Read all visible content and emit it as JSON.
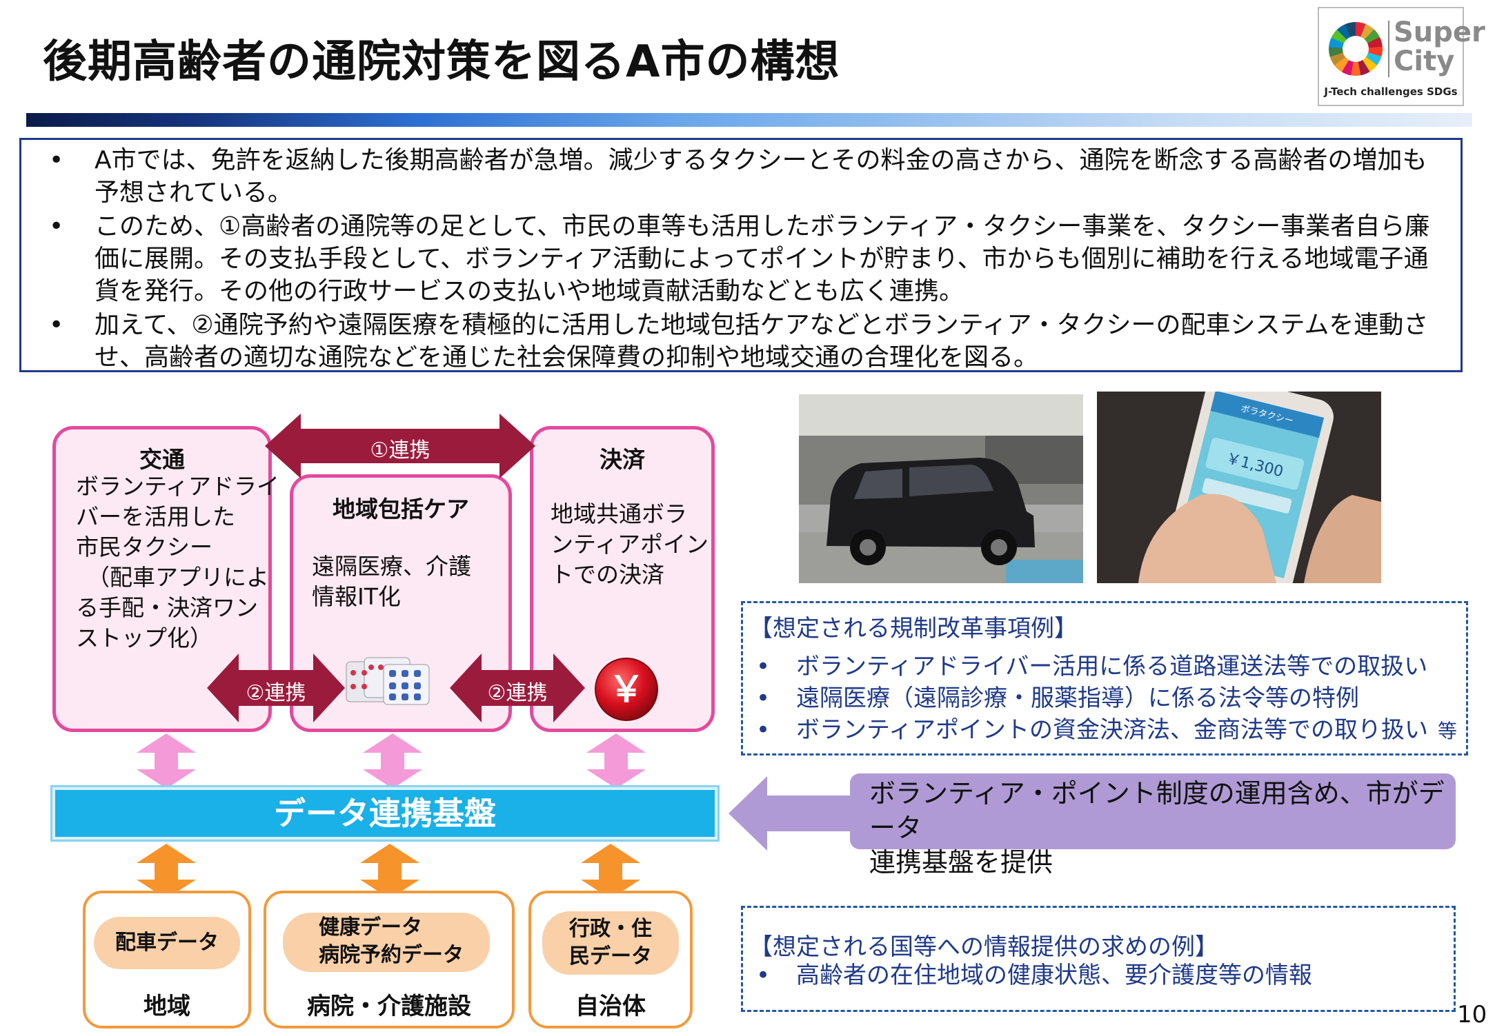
{
  "title": "後期高齢者の通院対策を図るA市の構想",
  "logo": {
    "line1": "Super",
    "line2": "City",
    "tagline": "J-Tech challenges SDGs"
  },
  "intro_bullets": [
    "A市では、免許を返納した後期高齢者が急増。減少するタクシーとその料金の高さから、通院を断念する高齢者の増加も予想されている。",
    "このため、①高齢者の通院等の足として、市民の車等も活用したボランティア・タクシー事業を、タクシー事業者自ら廉価に展開。その支払手段として、ボランティア活動によってポイントが貯まり、市からも個別に補助を行える地域電子通貨を発行。その他の行政サービスの支払いや地域貢献活動などとも広く連携。",
    "加えて、②通院予約や遠隔医療を積極的に活用した地域包括ケアなどとボランティア・タクシーの配車システムを連動させ、高齢者の適切な通院などを通じた社会保障費の抑制や地域交通の合理化を図る。"
  ],
  "diagram": {
    "transport": {
      "title": "交通",
      "body": [
        "ボランティアドライ",
        "バーを活用した",
        "市民タクシー",
        "（配車アプリによ",
        "る手配・決済ワン",
        "ストップ化）"
      ]
    },
    "care": {
      "title": "地域包括ケア",
      "body": [
        "遠隔医療、介護",
        "情報IT化"
      ]
    },
    "payment": {
      "title": "決済",
      "body": [
        "地域共通ボラ",
        "ンティアポイン",
        "トでの決済"
      ]
    },
    "link1": "①連携",
    "link2a": "②連携",
    "link2b": "②連携",
    "yen_symbol": "￥",
    "platform": "データ連携基盤",
    "data_sources": [
      {
        "pill": [
          "配車データ"
        ],
        "label": "地域"
      },
      {
        "pill": [
          "健康データ",
          "病院予約データ"
        ],
        "label": "病院・介護施設"
      },
      {
        "pill": [
          "行政・住",
          "民データ"
        ],
        "label": "自治体"
      }
    ]
  },
  "regulation": {
    "title": "【想定される規制改革事項例】",
    "items": [
      "ボランティアドライバー活用に係る道路運送法等での取扱い",
      "遠隔医療（遠隔診療・服薬指導）に係る法令等の特例",
      "ボランティアポイントの資金決済法、金商法等での取り扱い"
    ],
    "suffix": "等"
  },
  "phone_screen": {
    "header": "ボラタクシー",
    "amount": "￥1,300"
  },
  "platform_note": [
    "ボランティア・ポイント制度の運用含め、市がデータ",
    "連携基盤を提供"
  ],
  "info_request": {
    "title": "【想定される国等への情報提供の求めの例】",
    "items": [
      "高齢者の在住地域の健康状態、要介護度等の情報"
    ]
  },
  "page_number": "10",
  "colors": {
    "accent_pink": "#e34a9e",
    "link_arrow": "#9b1b3c",
    "platform_blue": "#1ab0e8",
    "orange": "#f29a3a",
    "purple": "#b09ad5",
    "navy": "#1f3a8a"
  }
}
